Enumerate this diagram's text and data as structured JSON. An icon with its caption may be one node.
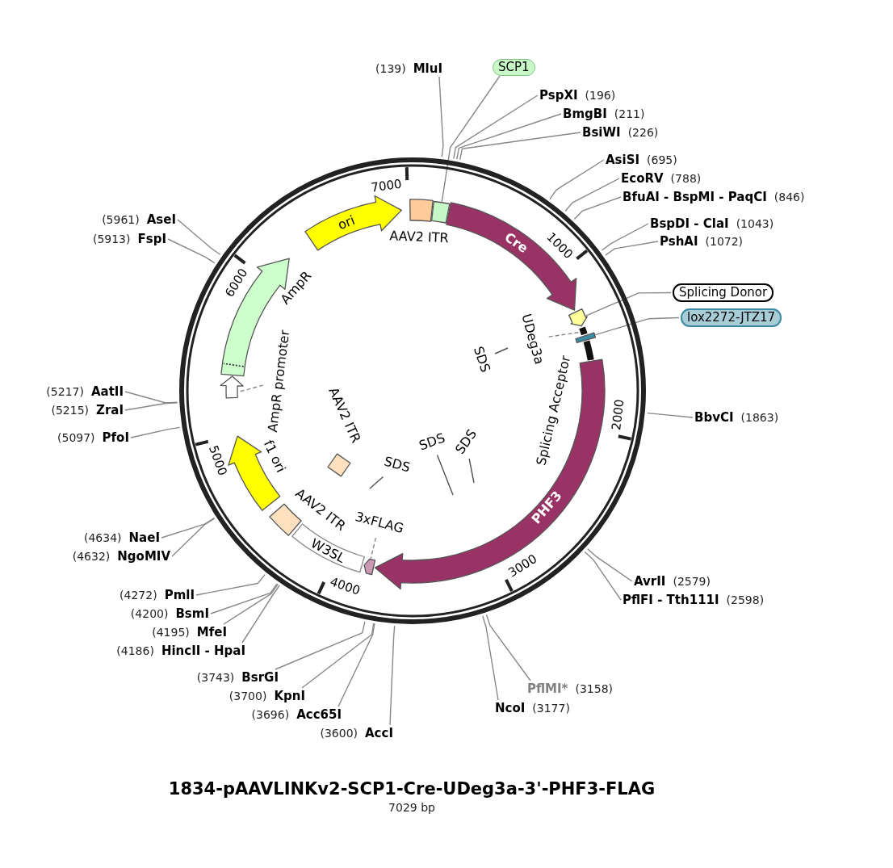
{
  "diagram": {
    "title": "1834-pAAVLINKv2-SCP1-Cre-UDeg3a-3'-PHF3-FLAG",
    "nodes": [
      {
        "text": [
          "AAV2 ITR"
        ]
      },
      {
        "text": [],
        "shape": "box"
      },
      {
        "text": [
          "Cre"
        ]
      },
      {
        "text": [],
        "shape": "arrow"
      },
      {
        "text": [],
        "shape": "bar"
      },
      {
        "text": [],
        "shape": "box"
      },
      {
        "text": [
          "Splicing Acceptor"
        ]
      },
      {
        "text": [
          "PHF3"
        ]
      },
      {
        "text": [],
        "shape": "arrow"
      },
      {
        "text": [
          "W3SL"
        ]
      },
      {
        "text": [
          "AAV2 ITR"
        ]
      },
      {
        "text": [
          "f1 ori"
        ]
      },
      {
        "text": [],
        "shape": "arrow"
      },
      {
        "text": [
          "AmpR"
        ]
      },
      {
        "text": [
          "ori"
        ]
      },
      {
        "text": [
          "AAV2 ITR"
        ]
      },
      {
        "text": [
          "SCP1"
        ]
      },
      {
        "text": [
          "Splicing Donor"
        ]
      },
      {
        "text": [
          "lox2272-JTZ17"
        ]
      },
      {
        "text": [
          "UDeg3a"
        ]
      },
      {
        "text": [
          "3xFLAG"
        ]
      },
      {
        "text": [
          "AmpR promoter"
        ]
      },
      {
        "text": [
          "SDS"
        ]
      },
      {
        "text": [
          "SDS"
        ]
      },
      {
        "text": [
          "SDS"
        ]
      },
      {
        "text": [
          "SDS"
        ]
      },
      {
        "text": [
          "(139)",
          "MluI"
        ]
      },
      {
        "text": [
          "PspXI",
          "(196)"
        ]
      },
      {
        "text": [
          "BmgBI",
          "(211)"
        ]
      },
      {
        "text": [
          "BsiWI",
          "(226)"
        ]
      },
      {
        "text": [
          "AsiSI",
          "(695)"
        ]
      },
      {
        "text": [
          "EcoRV",
          "(788)"
        ]
      },
      {
        "text": [
          "BfuAI - BspMI - PaqCI",
          "(846)"
        ]
      },
      {
        "text": [
          "BspDI - ClaI",
          "(1043)"
        ]
      },
      {
        "text": [
          "PshAI",
          "(1072)"
        ]
      },
      {
        "text": [
          "BbvCI",
          "(1863)"
        ]
      },
      {
        "text": [
          "AvrII",
          "(2579)"
        ]
      },
      {
        "text": [
          "PflFI - Tth111I",
          "(2598)"
        ]
      },
      {
        "text": [
          "PflMI*",
          "(3158)"
        ]
      },
      {
        "text": [
          "NcoI",
          "(3177)"
        ]
      },
      {
        "text": [
          "(3600)",
          "AccI"
        ]
      },
      {
        "text": [
          "(3696)",
          "Acc65I"
        ]
      },
      {
        "text": [
          "(3700)",
          "KpnI"
        ]
      },
      {
        "text": [
          "(3743)",
          "BsrGI"
        ]
      },
      {
        "text": [
          "(4186)",
          "HincII - HpaI"
        ]
      },
      {
        "text": [
          "(4195)",
          "MfeI"
        ]
      },
      {
        "text": [
          "(4200)",
          "BsmI"
        ]
      },
      {
        "text": [
          "(4272)",
          "PmlI"
        ]
      },
      {
        "text": [
          "(4632)",
          "NgoMIV"
        ]
      },
      {
        "text": [
          "(4634)",
          "NaeI"
        ]
      },
      {
        "text": [
          "(5097)",
          "PfoI"
        ]
      },
      {
        "text": [
          "(5215)",
          "ZraI"
        ]
      },
      {
        "text": [
          "(5217)",
          "AatII"
        ]
      },
      {
        "text": [
          "(5913)",
          "FspI"
        ]
      },
      {
        "text": [
          "(5961)",
          "AseI"
        ]
      }
    ],
    "edges": [
      {
        "from": 16,
        "to": 1,
        "arrow": "none"
      },
      {
        "from": 17,
        "to": 3,
        "arrow": "none"
      },
      {
        "from": 18,
        "to": 5,
        "arrow": "none"
      },
      {
        "from": 19,
        "to": 4,
        "arrow": "none",
        "style": "dashed"
      },
      {
        "from": 20,
        "to": 8,
        "arrow": "none",
        "style": "dashed"
      },
      {
        "from": 21,
        "to": 12,
        "arrow": "none",
        "style": "dashed"
      },
      {
        "from": 22,
        "to": null,
        "arrow": "none",
        "color": "#505050"
      },
      {
        "from": 23,
        "to": null,
        "arrow": "none",
        "color": "#505050"
      },
      {
        "from": 24,
        "to": null,
        "arrow": "none",
        "color": "#505050"
      },
      {
        "from": 25,
        "to": null,
        "arrow": "none",
        "color": "#505050"
      },
      {
        "from": 26,
        "to": null,
        "arrow": "none"
      },
      {
        "from": 27,
        "to": null,
        "arrow": "none"
      },
      {
        "from": 28,
        "to": null,
        "arrow": "none"
      },
      {
        "from": 29,
        "to": null,
        "arrow": "none"
      },
      {
        "from": 30,
        "to": null,
        "arrow": "none"
      },
      {
        "from": 31,
        "to": null,
        "arrow": "none"
      },
      {
        "from": 32,
        "to": null,
        "arrow": "none"
      },
      {
        "from": 33,
        "to": null,
        "arrow": "none"
      },
      {
        "from": 34,
        "to": null,
        "arrow": "none"
      },
      {
        "from": 35,
        "to": null,
        "arrow": "none"
      },
      {
        "from": 36,
        "to": null,
        "arrow": "none"
      },
      {
        "from": 37,
        "to": null,
        "arrow": "none"
      },
      {
        "from": 38,
        "to": null,
        "arrow": "none"
      },
      {
        "from": 39,
        "to": null,
        "arrow": "none"
      },
      {
        "from": 40,
        "to": null,
        "arrow": "none"
      },
      {
        "from": 41,
        "to": null,
        "arrow": "none"
      },
      {
        "from": 42,
        "to": null,
        "arrow": "none"
      },
      {
        "from": 43,
        "to": null,
        "arrow": "none"
      },
      {
        "from": 44,
        "to": null,
        "arrow": "none"
      },
      {
        "from": 45,
        "to": null,
        "arrow": "none"
      },
      {
        "from": 46,
        "to": null,
        "arrow": "none"
      },
      {
        "from": 47,
        "to": null,
        "arrow": "none"
      },
      {
        "from": 48,
        "to": null,
        "arrow": "none"
      },
      {
        "from": 49,
        "to": null,
        "arrow": "none"
      },
      {
        "from": 50,
        "to": null,
        "arrow": "none"
      },
      {
        "from": 51,
        "to": null,
        "arrow": "none"
      },
      {
        "from": 52,
        "to": null,
        "arrow": "none"
      },
      {
        "from": 53,
        "to": null,
        "arrow": "none"
      },
      {
        "from": 54,
        "to": null,
        "arrow": "none"
      }
    ],
    "labels": [
      "7000",
      "1000",
      "2000",
      "3000",
      "4000",
      "5000",
      "6000",
      "7029 bp"
    ]
  }
}
